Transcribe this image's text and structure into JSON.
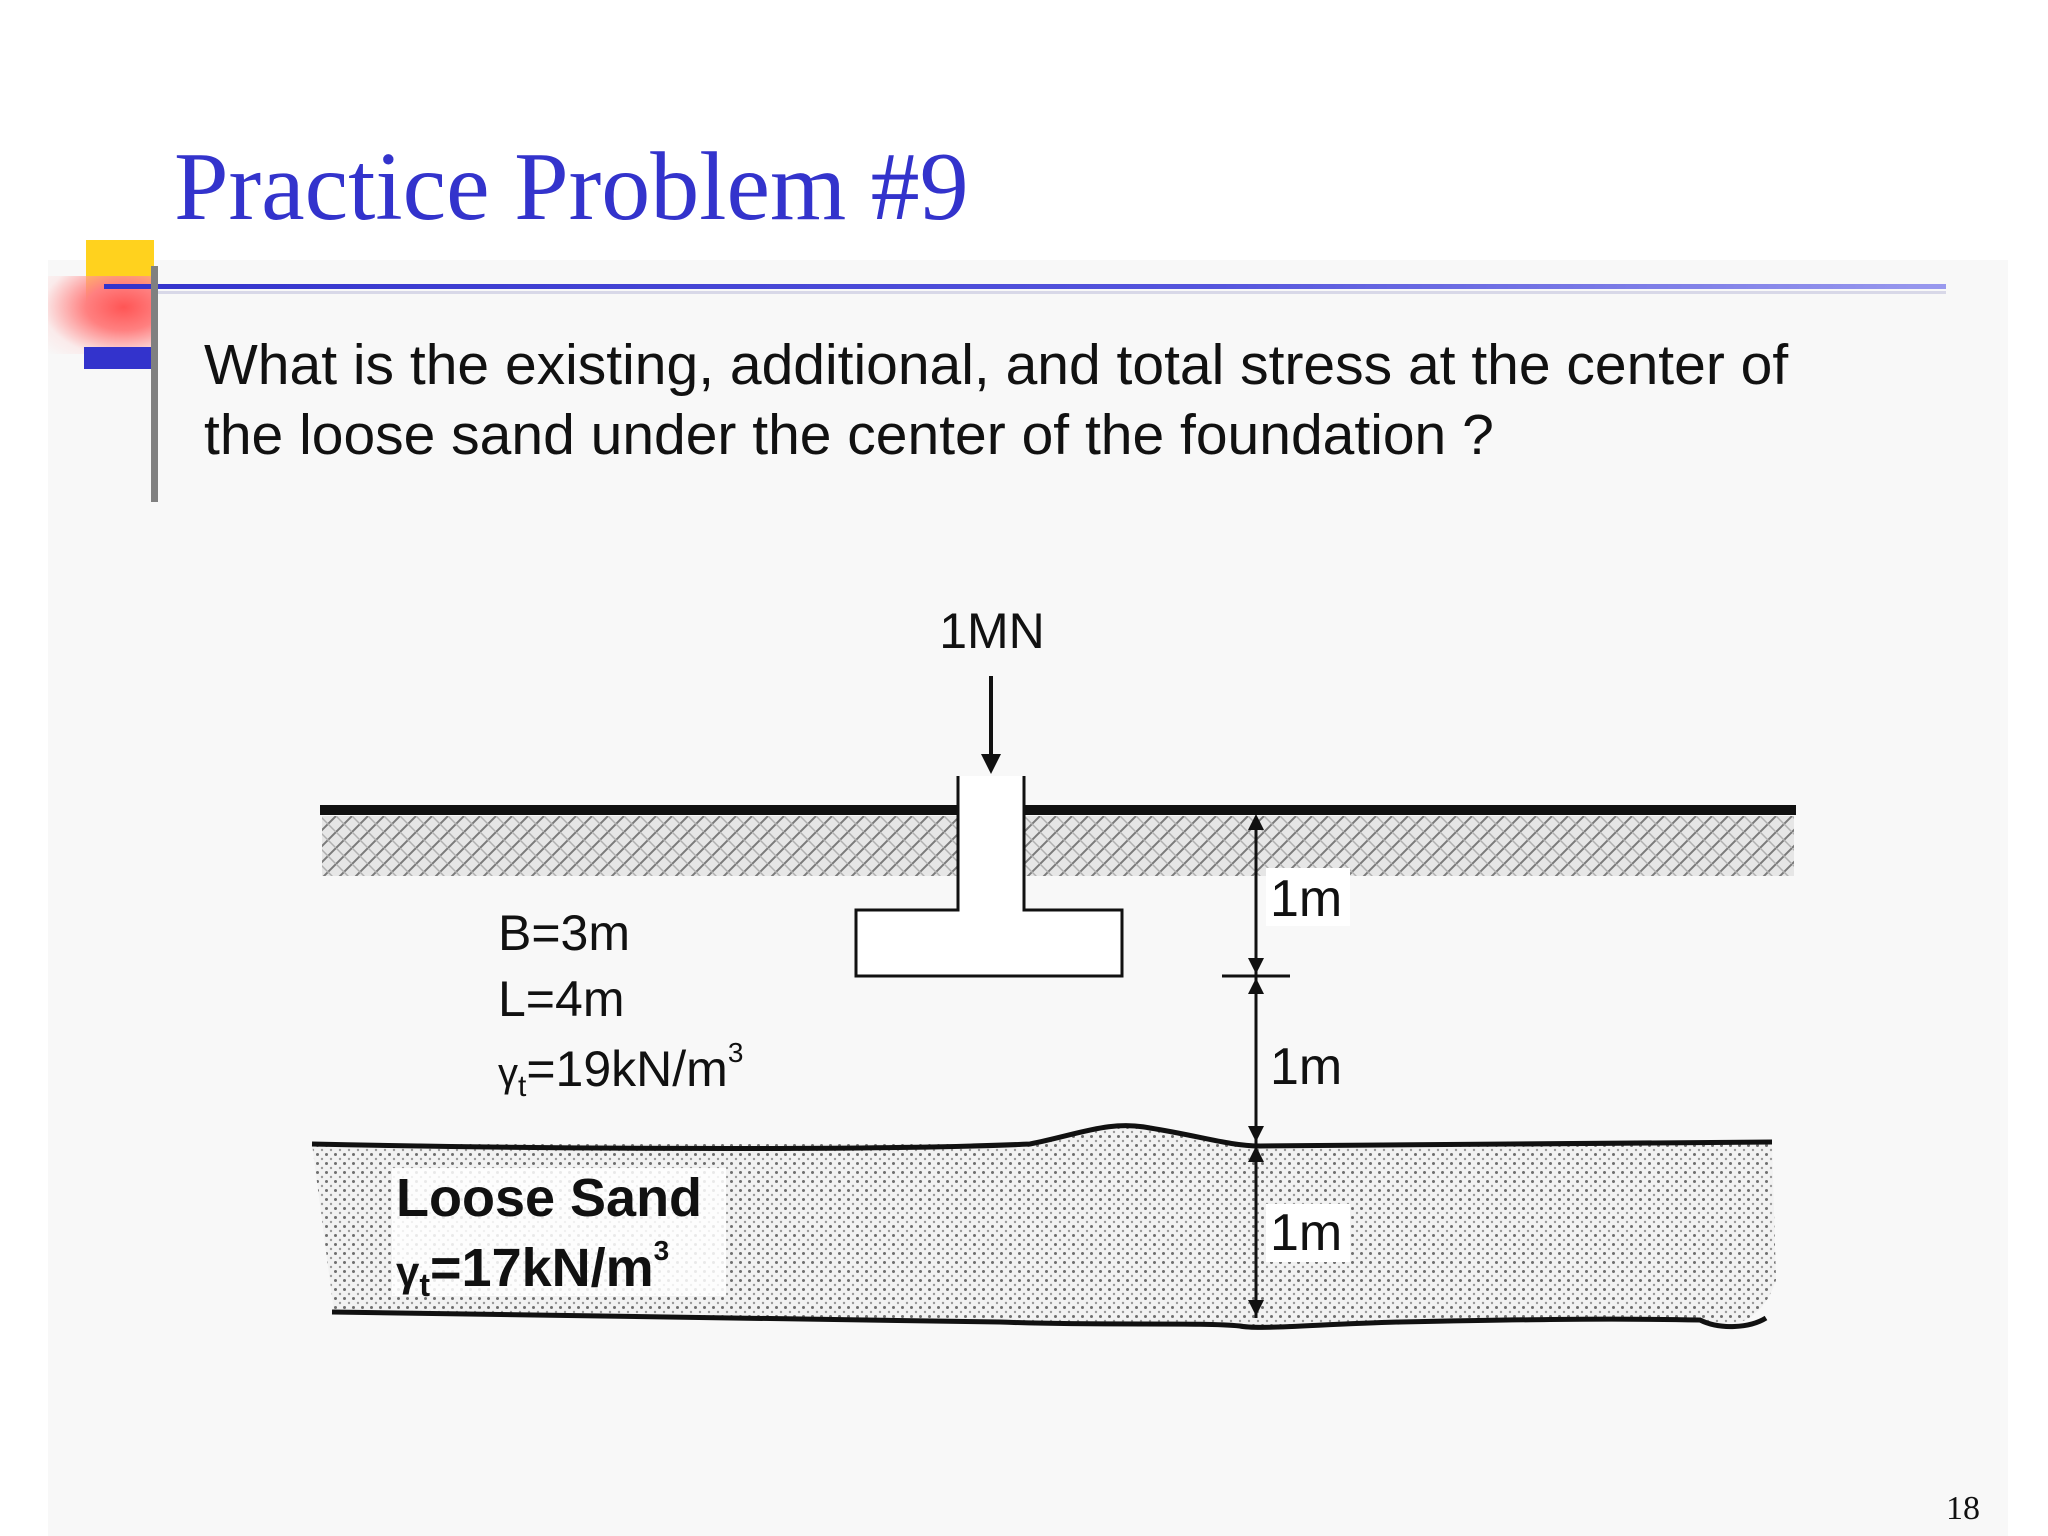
{
  "slide": {
    "title": "Practice Problem #9",
    "question_line1": "What is the existing, additional, and total stress at the center of",
    "question_line2": "the loose sand under the center of the foundation ?",
    "page_number": "18"
  },
  "diagram": {
    "load": "1MN",
    "dim_top": "1m",
    "dim_mid": "1m",
    "dim_bottom": "1m",
    "width_b": "B=3m",
    "length_l": "L=4m",
    "unit_weight_upper": "γt=19kN/m3",
    "loose_sand_label": "Loose Sand",
    "unit_weight_sand": "γt=17kN/m3"
  }
}
